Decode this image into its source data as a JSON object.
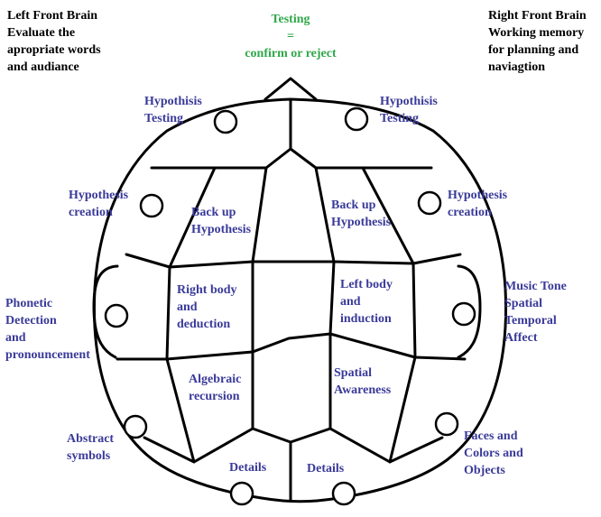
{
  "colors": {
    "ink": "#000000",
    "label_blue": "#3a3a9a",
    "label_green": "#2fa84a"
  },
  "headers": {
    "left_front": "Left Front Brain\nEvaluate the\napropriate words\nand audiance",
    "testing": "Testing\n=\nconfirm or reject",
    "right_front": "Right Front Brain\nWorking memory\nfor planning and\nnaviagtion"
  },
  "labels": {
    "hyp_testing_left": "Hypothisis\nTesting",
    "hyp_testing_right": "Hypothisis\nTesting",
    "hyp_creation_left": "Hypothesis\ncreation",
    "hyp_creation_right": "Hypothesis\ncreation",
    "backup_left": "Back up\nHypothesis",
    "backup_right": "Back up\nHypothesis",
    "right_body": "Right body\nand\ndeduction",
    "left_body": "Left body\nand\ninduction",
    "phonetic": "Phonetic\nDetection\nand\npronouncement",
    "music": "Music Tone\nSpatial\nTemporal\nAffect",
    "algebraic": "Algebraic\nrecursion",
    "spatial": "Spatial\nAwareness",
    "abstract": "Abstract\nsymbols",
    "faces": "Faces and\nColors and\nObjects",
    "details_left": "Details",
    "details_right": "Details"
  }
}
